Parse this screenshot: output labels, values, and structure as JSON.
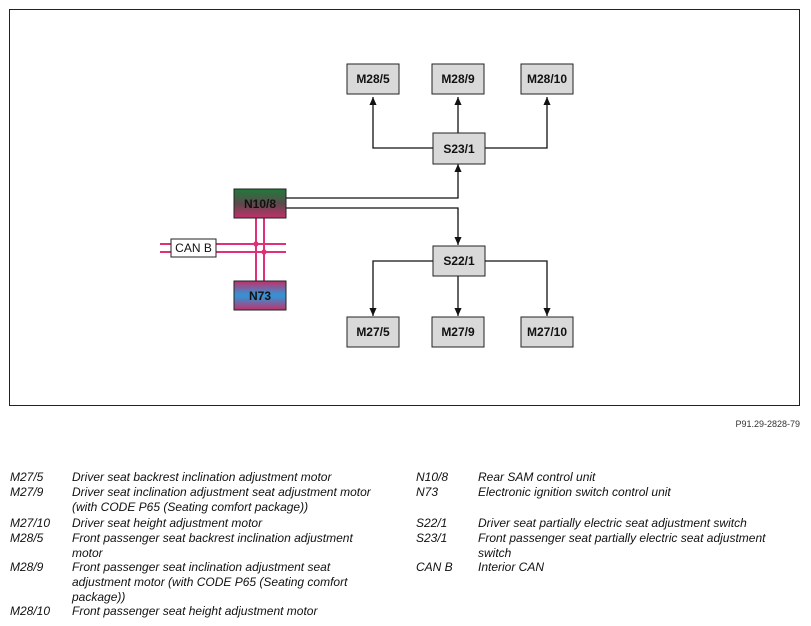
{
  "diagram": {
    "components": {
      "m28_5": "M28/5",
      "m28_9": "M28/9",
      "m28_10": "M28/10",
      "s23_1": "S23/1",
      "n10_8": "N10/8",
      "can_b": "CAN B",
      "s22_1": "S22/1",
      "n73": "N73",
      "m27_5": "M27/5",
      "m27_9": "M27/9",
      "m27_10": "M27/10"
    },
    "colors": {
      "box_fill": "#d9d9d9",
      "can_bus": "#e0307a",
      "n10_8_top": "#1f7a3a",
      "n10_8_bottom": "#c2306a",
      "n73_mid": "#3a8fd0"
    }
  },
  "figure_ref": "P91.29-2828-79",
  "legend_left": [
    {
      "code": "M27/5",
      "desc": "Driver seat backrest inclination adjustment motor"
    },
    {
      "code": "M27/9",
      "desc": "Driver seat inclination adjustment seat adjustment motor (with CODE P65 (Seating comfort package))"
    },
    {
      "code": "M27/10",
      "desc": "Driver seat height adjustment motor"
    },
    {
      "code": "M28/5",
      "desc": "Front passenger seat backrest inclination adjustment motor"
    },
    {
      "code": "M28/9",
      "desc": "Front passenger seat inclination adjustment seat adjustment motor (with CODE P65 (Seating comfort package))"
    },
    {
      "code": "M28/10",
      "desc": "Front passenger seat height adjustment motor"
    }
  ],
  "legend_right": [
    {
      "code": "N10/8",
      "desc": "Rear SAM control unit"
    },
    {
      "code": "N73",
      "desc": "Electronic ignition switch control unit"
    },
    {
      "code": "S22/1",
      "desc": "Driver seat partially electric seat adjustment switch"
    },
    {
      "code": "S23/1",
      "desc": "Front passenger seat partially electric seat adjustment switch"
    },
    {
      "code": "CAN B",
      "desc": "Interior CAN"
    }
  ]
}
